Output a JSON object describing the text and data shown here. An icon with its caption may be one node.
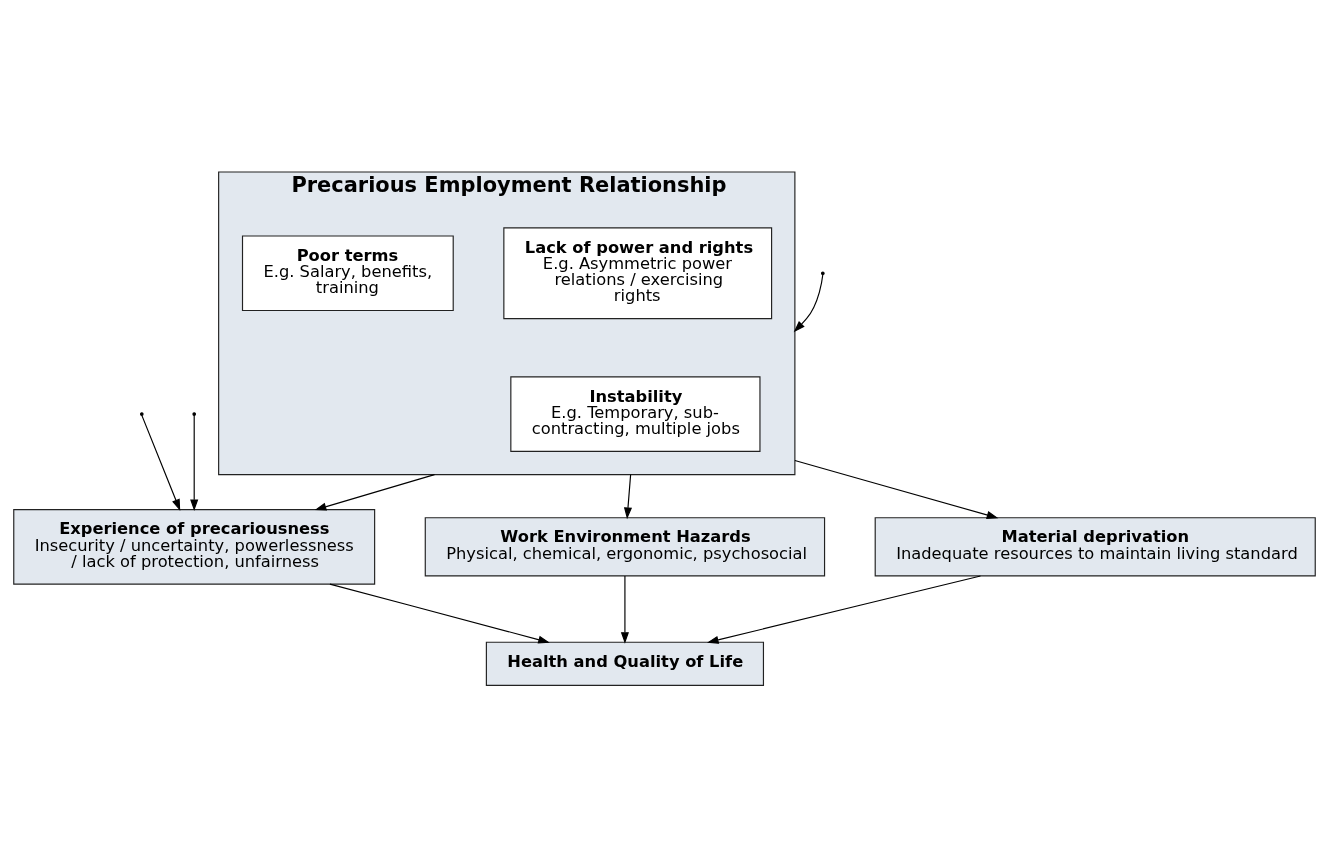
{
  "diagram": {
    "nodes": [
      {
        "text": [
          "Precarious Employment Relationship"
        ]
      },
      {
        "text": [
          "Instability",
          "E.g. Temporary, sub-contracting, multiple jobs"
        ],
        "in": 0
      },
      {
        "text": [
          "Lack of power and rights",
          "E.g. Asymmetric power relations / exercising rights"
        ],
        "in": 0
      },
      {
        "text": [
          "Poor terms",
          "E.g. Salary, benefits, training"
        ],
        "in": 0
      },
      {
        "text": [
          "Work Environment Hazards",
          "Physical, chemical, ergonomic, psychosocial"
        ]
      },
      {
        "text": [
          "Material deprivation",
          "Inadequate resources to maintain living standard"
        ]
      },
      {
        "text": [
          "Experience of precariousness",
          "Insecurity / uncertainty, powerlessness / lack of protection, unfairness"
        ]
      },
      {
        "text": [
          "Health and Quality of Life"
        ]
      }
    ],
    "edges": [
      {
        "from": 0,
        "to": 4,
        "arrow": "to"
      },
      {
        "from": 0,
        "to": 6,
        "arrow": "to"
      },
      {
        "from": 0,
        "to": 5,
        "arrow": "to"
      },
      {
        "from": null,
        "to": 0,
        "arrow": "to"
      },
      {
        "from": null,
        "to": 6,
        "arrow": "to"
      },
      {
        "from": null,
        "to": 6,
        "arrow": "to"
      },
      {
        "from": 4,
        "to": 7,
        "arrow": "to"
      },
      {
        "from": 6,
        "to": 7,
        "arrow": "to"
      },
      {
        "from": 5,
        "to": 7,
        "arrow": "to"
      }
    ]
  }
}
